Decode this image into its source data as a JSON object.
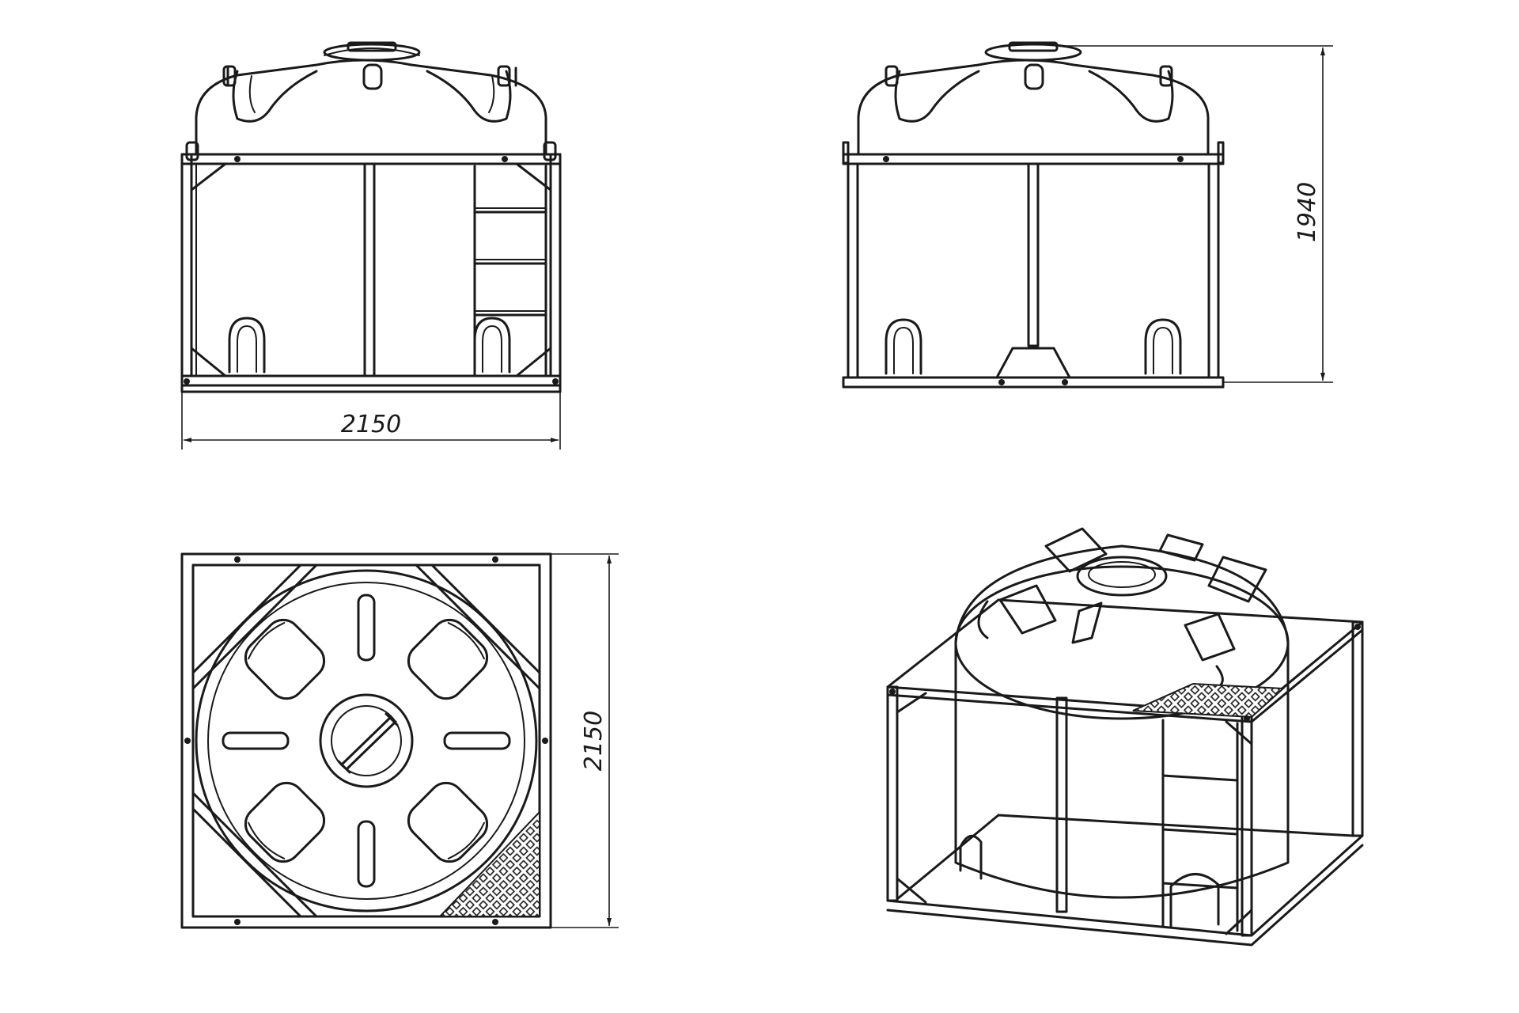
{
  "dimensions": {
    "width_front": "2150",
    "height_side": "1940",
    "depth_top": "2150"
  },
  "colors": {
    "ink": "#1a1a1a",
    "paper": "#ffffff"
  }
}
